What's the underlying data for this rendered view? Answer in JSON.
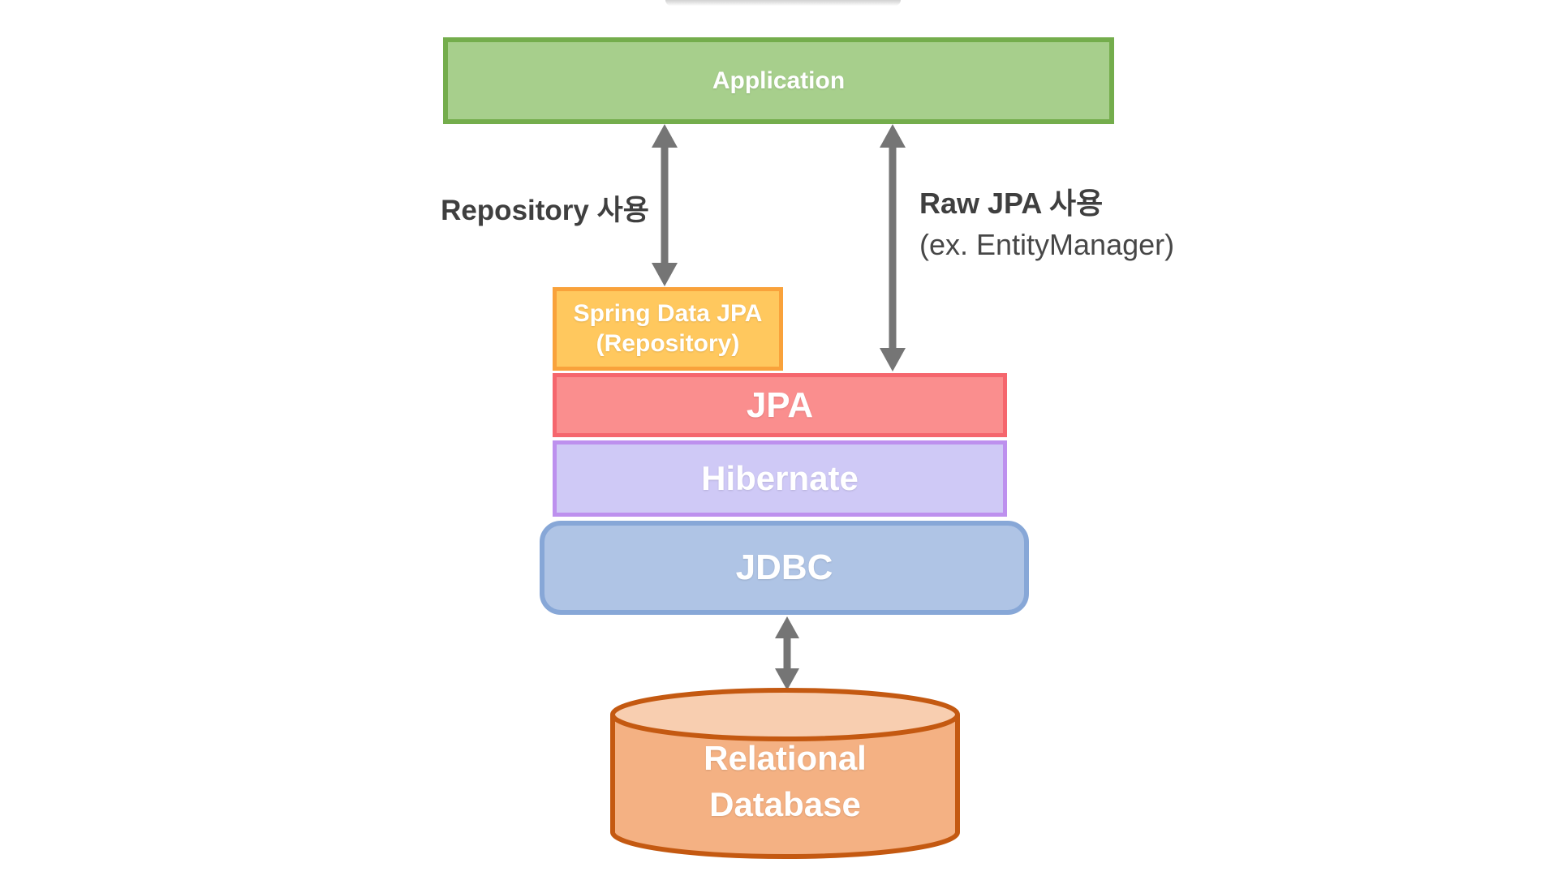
{
  "diagram": {
    "type": "architecture-diagram",
    "nodes": {
      "application": {
        "label": "Application",
        "fill": "#A7CF8C",
        "border": "#74AD4C"
      },
      "spring_data_jpa": {
        "line1": "Spring Data JPA",
        "line2": "(Repository)",
        "fill": "#FFC85E",
        "border": "#F9A23B"
      },
      "jpa": {
        "label": "JPA",
        "fill": "#FA8E8E",
        "border": "#F5666D"
      },
      "hibernate": {
        "label": "Hibernate",
        "fill": "#CFC9F6",
        "border": "#BD90EE"
      },
      "jdbc": {
        "label": "JDBC",
        "fill": "#AFC4E5",
        "border": "#87A7D7"
      },
      "relational_database": {
        "line1": "Relational",
        "line2": "Database",
        "fill": "#F4B183",
        "top_fill": "#F8CEB0",
        "border": "#C45911"
      }
    },
    "edges": {
      "repository_usage": {
        "label": "Repository 사용",
        "from": "Application",
        "to": "Spring Data JPA (Repository)",
        "style": "double-arrow"
      },
      "raw_jpa_usage": {
        "label": "Raw JPA 사용",
        "sublabel": "(ex. EntityManager)",
        "from": "Application",
        "to": "JPA",
        "style": "double-arrow"
      },
      "jdbc_to_database": {
        "label": "",
        "from": "JDBC",
        "to": "Relational Database",
        "style": "double-arrow"
      }
    },
    "colors": {
      "arrow": "#757575",
      "label_text": "#3F3F3F",
      "node_text": "#FFFFFF",
      "background": "#FFFFFF"
    }
  }
}
